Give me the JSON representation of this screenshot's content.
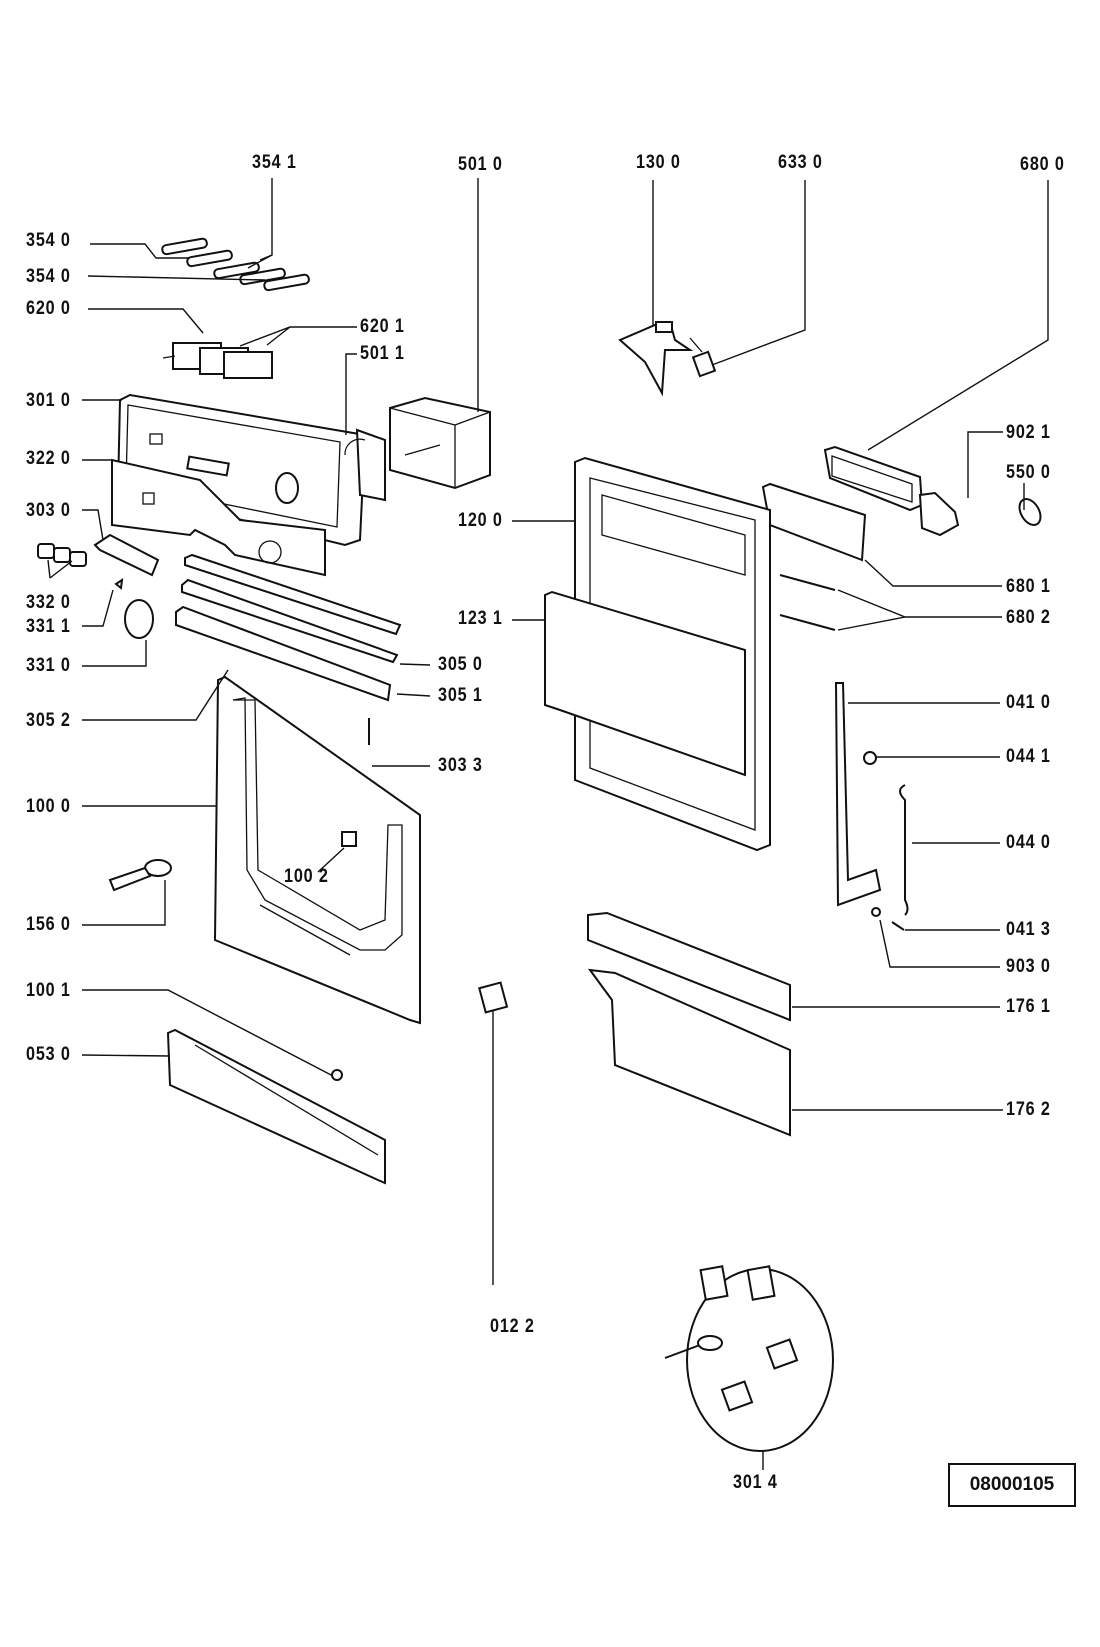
{
  "diagram": {
    "type": "exploded parts diagram",
    "reference_number": "08000105",
    "callouts": {
      "p3541": "354 1",
      "p3540a": "354 0",
      "p3540b": "354 0",
      "p6200": "620 0",
      "p6201": "620 1",
      "p5011": "501 1",
      "p5010": "501 0",
      "p3010": "301 0",
      "p3220": "322 0",
      "p3030": "303 0",
      "p3320": "332 0",
      "p3311": "331 1",
      "p3310": "331 0",
      "p3052": "305 2",
      "p3050": "305 0",
      "p3051": "305 1",
      "p3033": "303 3",
      "p1000": "100 0",
      "p1002": "100 2",
      "p1560": "156 0",
      "p1001": "100 1",
      "p0530": "053 0",
      "p0122": "012 2",
      "p1300": "130 0",
      "p6330": "633 0",
      "p6800": "680 0",
      "p9021": "902 1",
      "p5500": "550 0",
      "p1200": "120 0",
      "p6801": "680 1",
      "p1231": "123 1",
      "p6802": "680 2",
      "p0410": "041 0",
      "p0441": "044 1",
      "p0440": "044 0",
      "p0413": "041 3",
      "p9030": "903 0",
      "p1761": "176 1",
      "p1762": "176 2",
      "p3014": "301 4"
    }
  }
}
